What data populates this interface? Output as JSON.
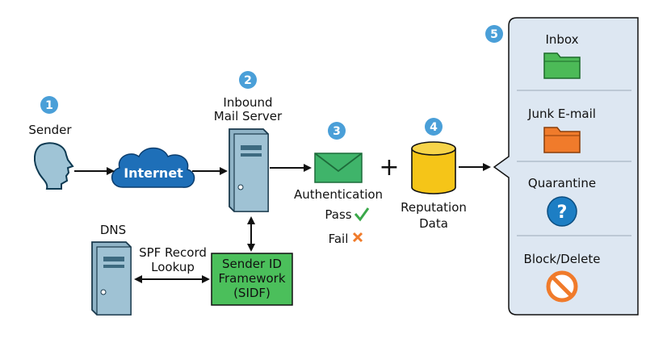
{
  "steps": {
    "sender_num": "1",
    "server_num": "2",
    "auth_num": "3",
    "rep_num": "4",
    "dest_num": "5"
  },
  "labels": {
    "sender": "Sender",
    "internet": "Internet",
    "inbound_line1": "Inbound",
    "inbound_line2": "Mail Server",
    "authentication": "Authentication",
    "pass": "Pass",
    "fail": "Fail",
    "plus": "+",
    "reputation_line1": "Reputation",
    "reputation_line2": "Data",
    "dns": "DNS",
    "spf_line1": "SPF Record",
    "spf_line2": "Lookup",
    "sidf_line1": "Sender ID",
    "sidf_line2": "Framework",
    "sidf_line3": "(SIDF)"
  },
  "destinations": [
    {
      "label": "Inbox",
      "icon": "folder-icon-green"
    },
    {
      "label": "Junk E-mail",
      "icon": "folder-icon-orange"
    },
    {
      "label": "Quarantine",
      "icon": "question-icon"
    },
    {
      "label": "Block/Delete",
      "icon": "block-icon"
    }
  ],
  "colors": {
    "badge": "#4a9fd8",
    "internet_cloud": "#1e6fb8",
    "server": "#8fb3c6",
    "envelope": "#3fb46a",
    "reputation_db": "#f5c518",
    "sidf_box": "#4bbf5b",
    "panel": "#dde7f2",
    "folder_green": "#4cba57",
    "folder_orange": "#f07b2b",
    "quarantine": "#1d7ec4",
    "block": "#f07b2b",
    "pass_check": "#3aa84a",
    "fail_x": "#f07b2b"
  }
}
